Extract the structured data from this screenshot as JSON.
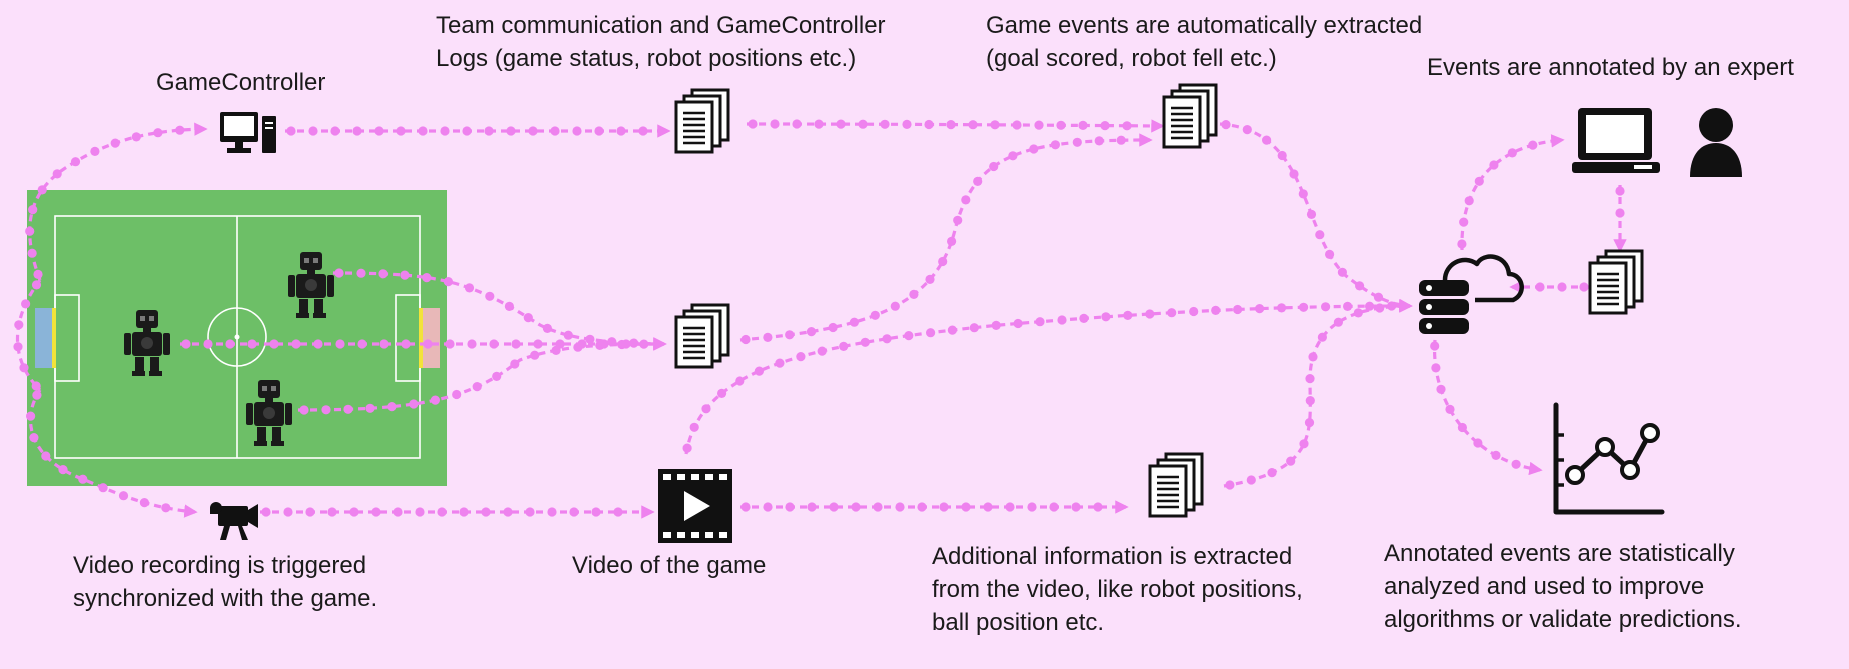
{
  "colors": {
    "background": "#fbe0fb",
    "flow": "#ee82ee",
    "field": "#6dbf67",
    "field_line": "#ffffff",
    "goal_left": "#8ab4d8",
    "goal_right": "#e8b8b8",
    "goal_post": "#f2e33a",
    "icon": "#111111"
  },
  "labels": {
    "gamecontroller": "GameController",
    "team_comm": [
      "Team communication and  GameController",
      "Logs (game status, robot positions etc.)"
    ],
    "game_events": [
      "Game events are automatically extracted",
      "(goal scored, robot fell etc.)"
    ],
    "annotated_expert": "Events are annotated by an  expert",
    "video_recording": [
      "Video recording is triggered",
      "synchronized with the game."
    ],
    "video_game": "Video of the game",
    "additional_info": [
      "Additional information is extracted",
      "from the video, like robot positions,",
      "ball position etc."
    ],
    "statistics": [
      "Annotated events are  statistically",
      "analyzed and used to improve",
      "algorithms or validate predictions."
    ]
  },
  "icons": [
    "computer-icon",
    "document-icon",
    "robot-icon",
    "video-camera-icon",
    "video-play-icon",
    "cloud-database-icon",
    "laptop-icon",
    "person-icon",
    "line-chart-icon"
  ]
}
